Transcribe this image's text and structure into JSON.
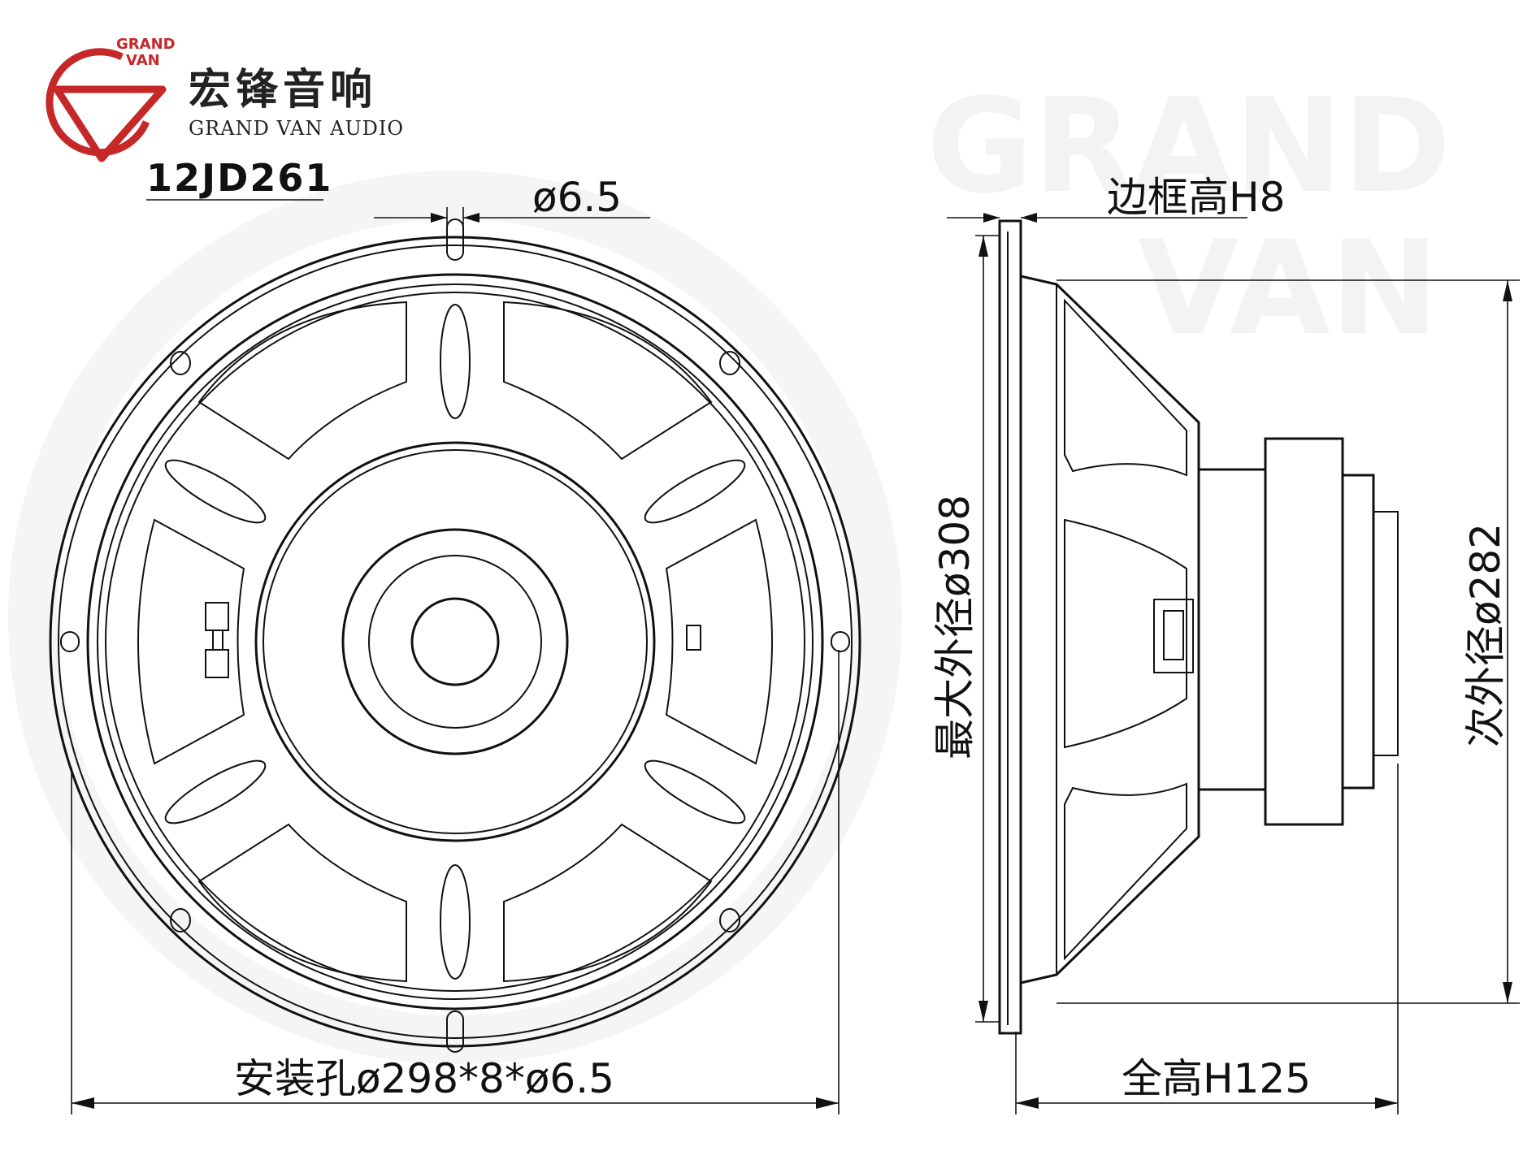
{
  "brand": {
    "name_cn": "宏锋音响",
    "name_en": "GRAND VAN AUDIO",
    "logo_top": "GRAND",
    "logo_bottom": "VAN",
    "accent": "#c62828",
    "watermark_top": "GRAND",
    "watermark_bottom": "VAN"
  },
  "model": "12JD261",
  "dimensions": {
    "hole_dia": "ø6.5",
    "frame_height": "边框高H8",
    "max_outer_dia": "最大外径ø308",
    "secondary_outer_dia": "次外径ø282",
    "mounting_holes": "安装孔ø298*8*ø6.5",
    "total_height": "全高H125"
  }
}
